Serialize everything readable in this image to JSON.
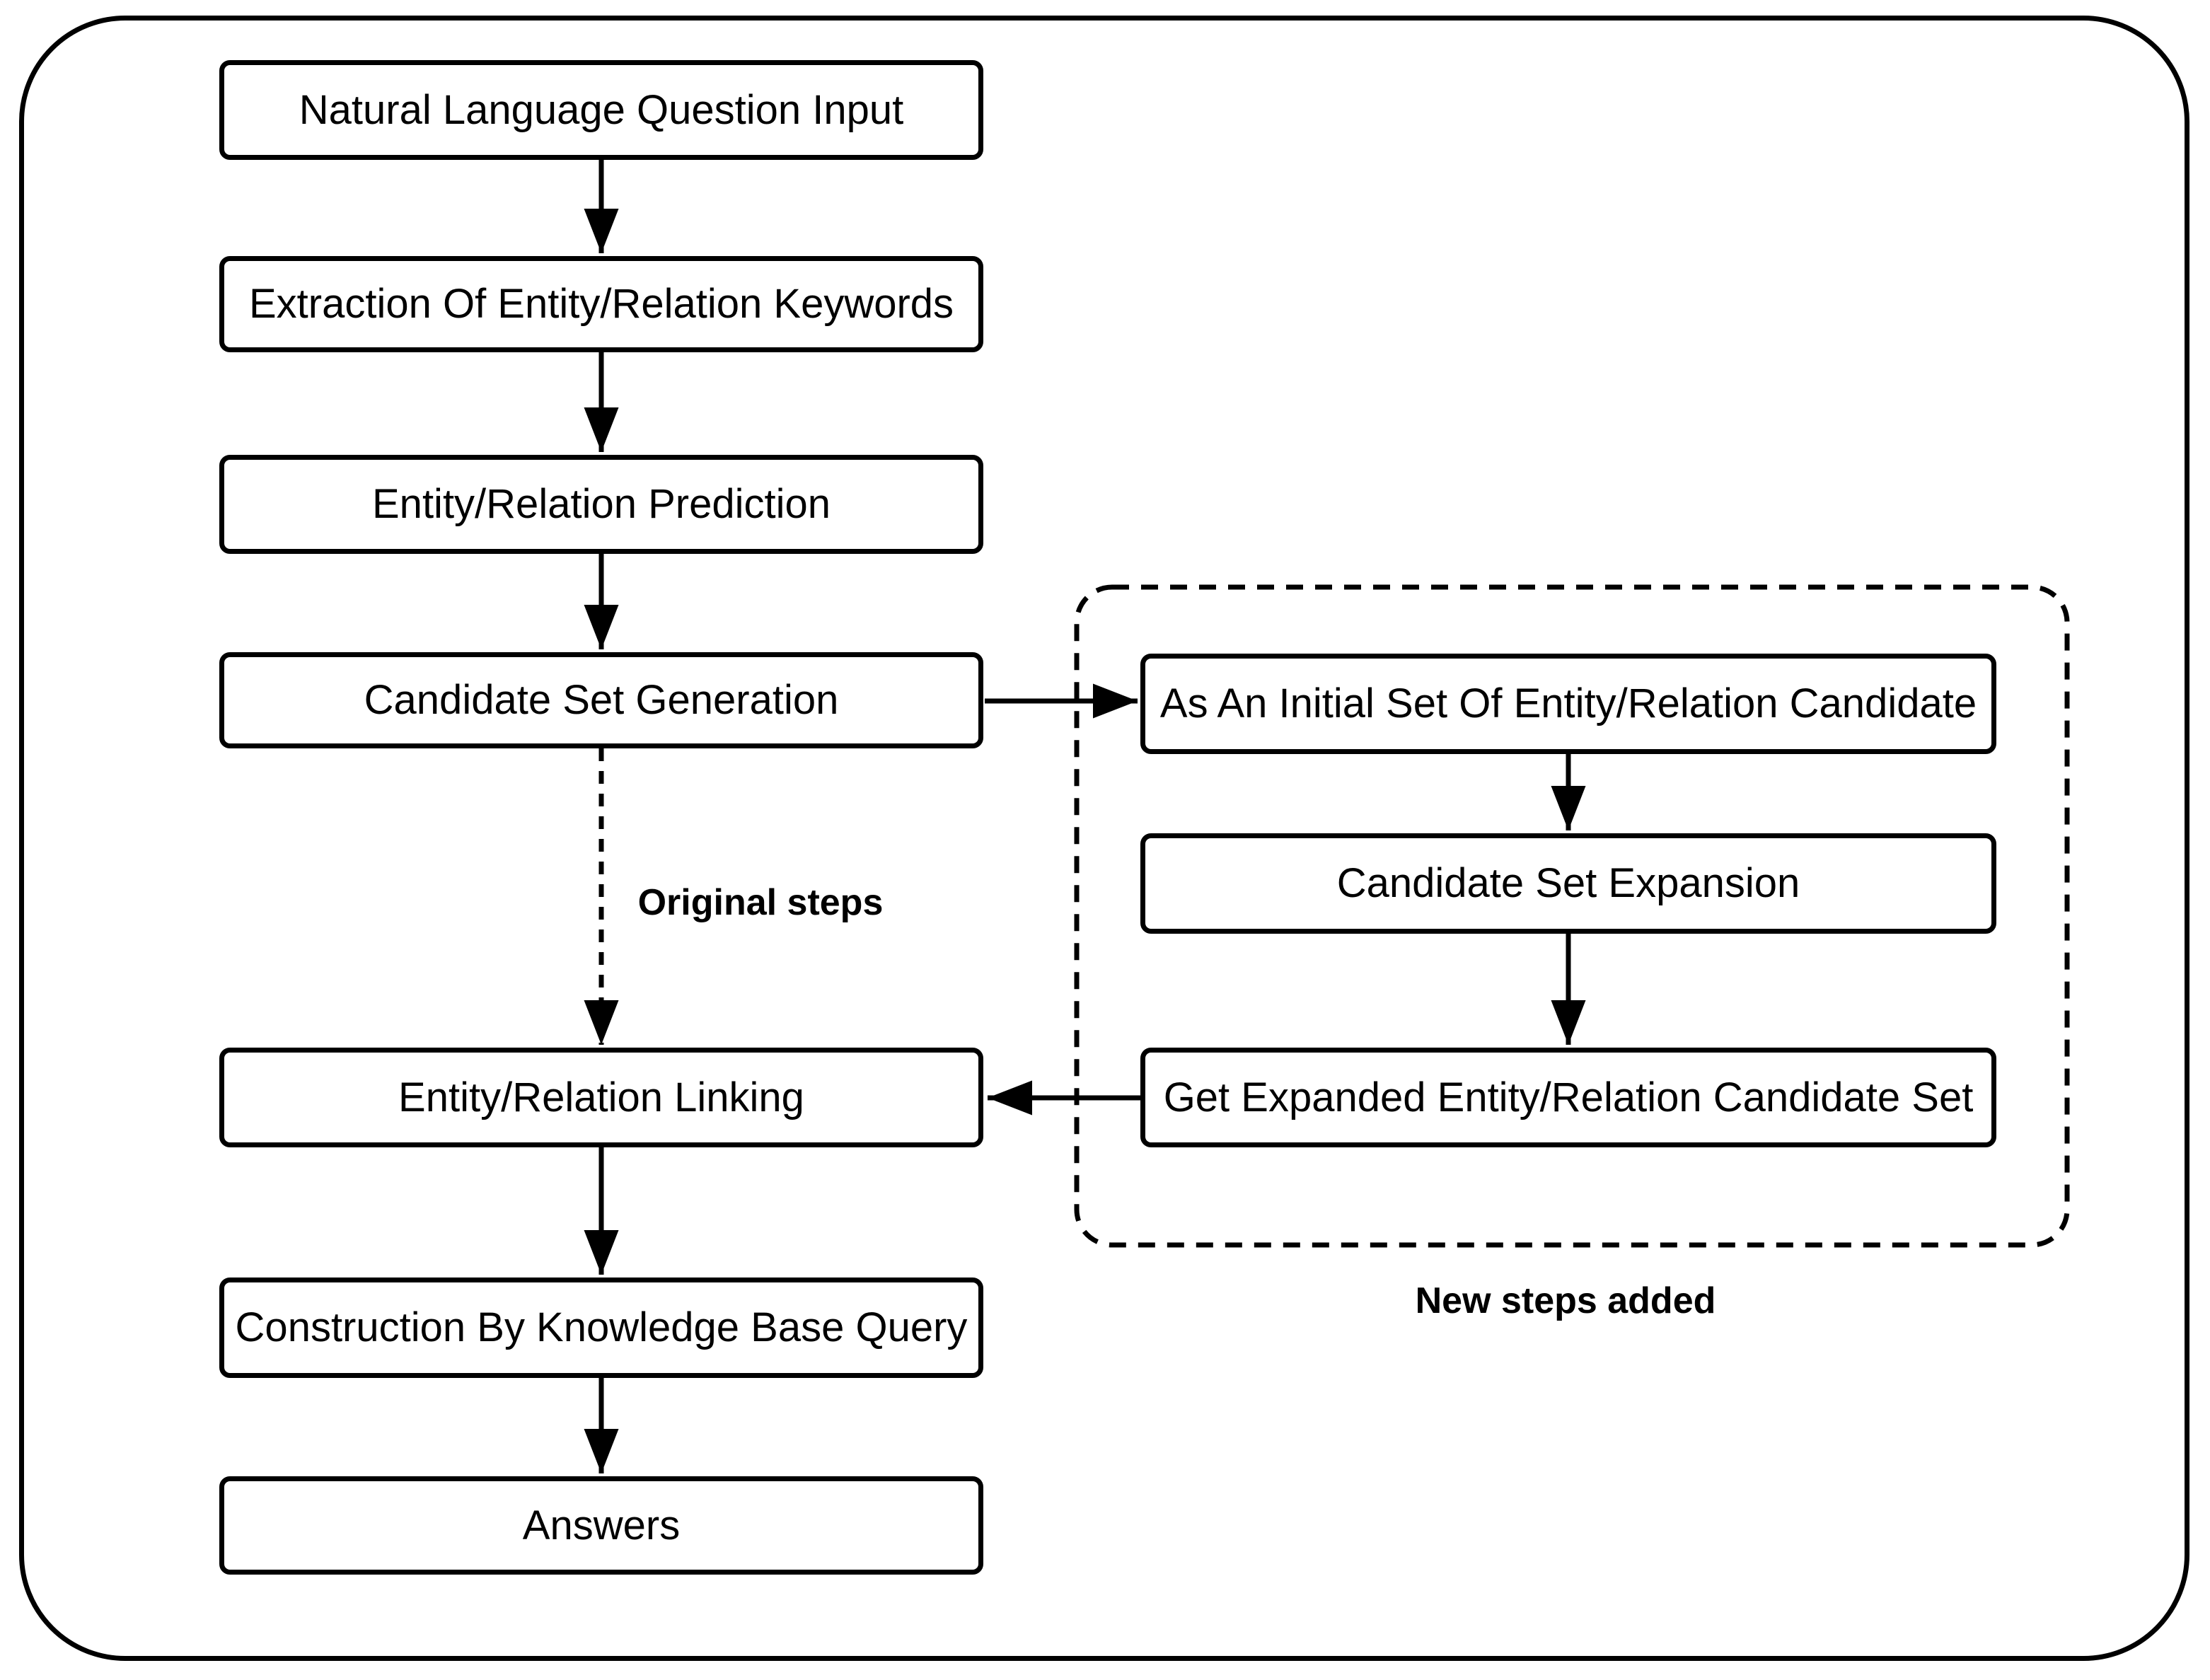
{
  "diagram": {
    "pipeline": [
      {
        "id": "natural-language-question-input",
        "label": "Natural Language Question Input"
      },
      {
        "id": "extraction-of-entity-relation-keywords",
        "label": "Extraction Of Entity/Relation Keywords"
      },
      {
        "id": "entity-relation-prediction",
        "label": "Entity/Relation Prediction"
      },
      {
        "id": "candidate-set-generation",
        "label": "Candidate Set Generation"
      },
      {
        "id": "entity-relation-linking",
        "label": "Entity/Relation Linking"
      },
      {
        "id": "construction-by-knowledge-base-query",
        "label": "Construction By Knowledge Base Query"
      },
      {
        "id": "answers",
        "label": "Answers"
      }
    ],
    "new_steps_branch": [
      {
        "id": "initial-candidate-set",
        "label": "As An Initial Set Of Entity/Relation Candidate"
      },
      {
        "id": "candidate-set-expansion",
        "label": "Candidate Set Expansion"
      },
      {
        "id": "expanded-candidate-set",
        "label": "Get Expanded Entity/Relation Candidate Set"
      }
    ],
    "annotations": {
      "original_steps": "Original steps",
      "new_steps_added": "New steps added"
    },
    "colors": {
      "line": "#000000",
      "background": "#ffffff",
      "box_fill": "#ffffff"
    }
  }
}
